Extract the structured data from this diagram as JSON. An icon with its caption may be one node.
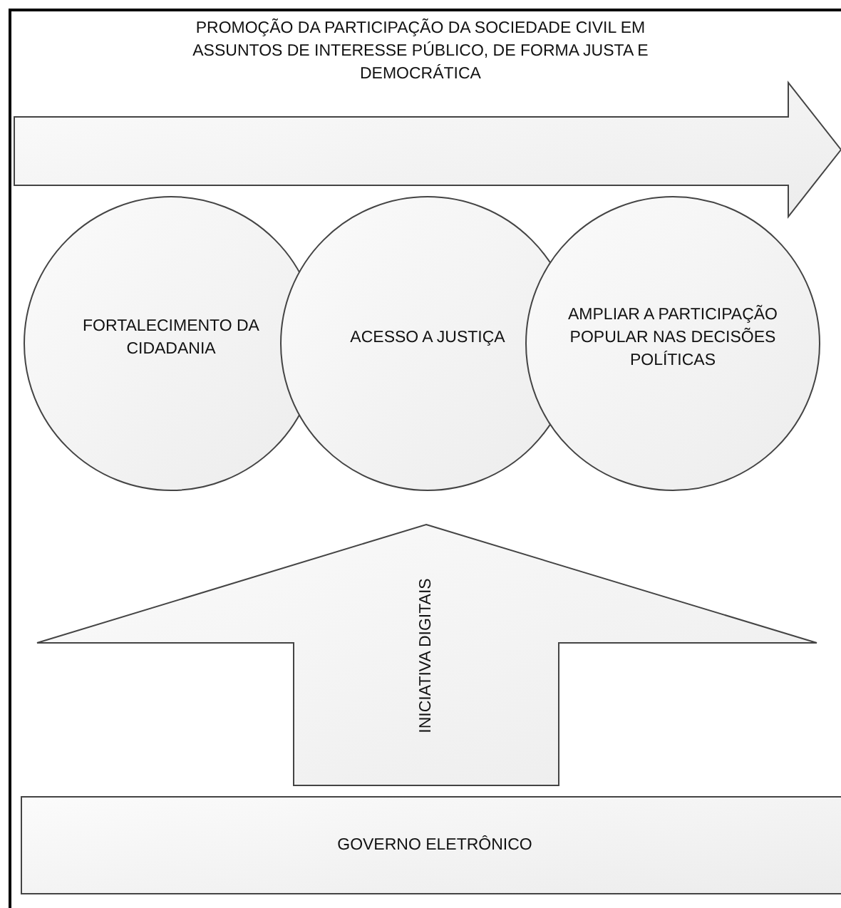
{
  "diagram": {
    "nodes": [
      {
        "text": [
          "PROMOÇÃO DA PARTICIPAÇÃO DA SOCIEDADE CIVIL EM ASSUNTOS DE INTERESSE PÚBLICO, DE FORMA JUSTA E DEMOCRÁTICA"
        ]
      },
      {
        "text": [
          "FORTALECIMENTO DA CIDADANIA"
        ]
      },
      {
        "text": [
          "ACESSO A JUSTIÇA"
        ]
      },
      {
        "text": [
          "AMPLIAR A PARTICIPAÇÃO POPULAR NAS DECISÕES POLÍTICAS"
        ]
      },
      {
        "text": [
          "INICIATIVA DIGITAIS"
        ]
      },
      {
        "text": [
          "GOVERNO ELETRÔNICO"
        ]
      }
    ]
  }
}
